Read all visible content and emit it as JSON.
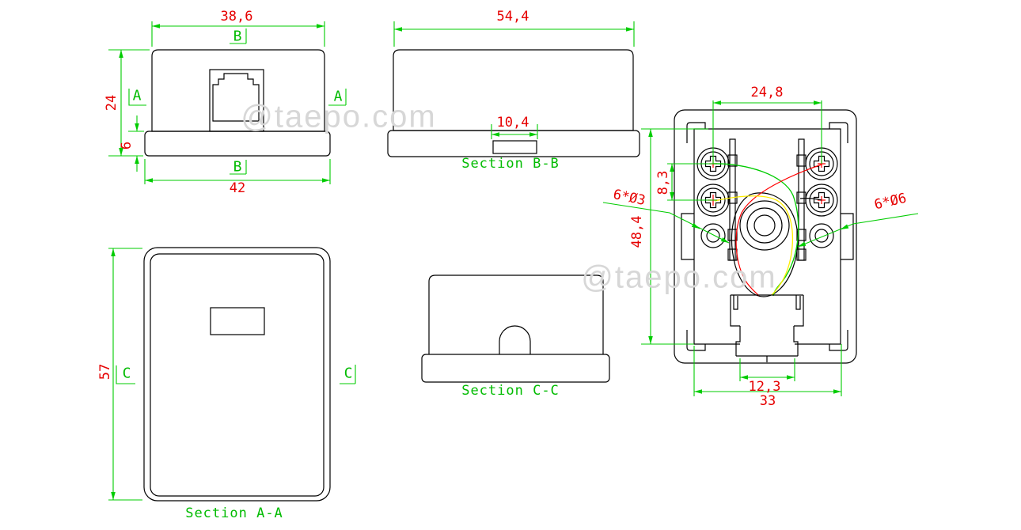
{
  "drawing": {
    "watermark": "@taepo.com",
    "markers": {
      "a": "A",
      "b": "B",
      "c": "C"
    },
    "front_view": {
      "dim_top_width": "38,6",
      "dim_total_width": "42",
      "dim_height": "24",
      "dim_base_height": "6"
    },
    "section_bb": {
      "title": "Section B-B",
      "dim_width": "54,4",
      "dim_slot_width": "10,4"
    },
    "internal_view": {
      "dim_screw_span": "24,8",
      "dim_screw_pitch": "8,3",
      "dim_inner_height": "48,4",
      "dim_jack_width": "12,3",
      "dim_opening_width": "33",
      "note_small_holes": "6*Ø3",
      "note_large_holes": "6*Ø6"
    },
    "section_aa": {
      "title": "Section A-A",
      "dim_height": "57"
    },
    "section_cc": {
      "title": "Section C-C"
    },
    "colors": {
      "outline": "#000000",
      "dimension_lines": "#00cc00",
      "dimension_text": "#e60000",
      "wire_red": "#ff0000",
      "wire_yellow": "#ffee00",
      "wire_green": "#00cc00",
      "wire_black": "#000000",
      "watermark": "#d7d7d7"
    }
  }
}
